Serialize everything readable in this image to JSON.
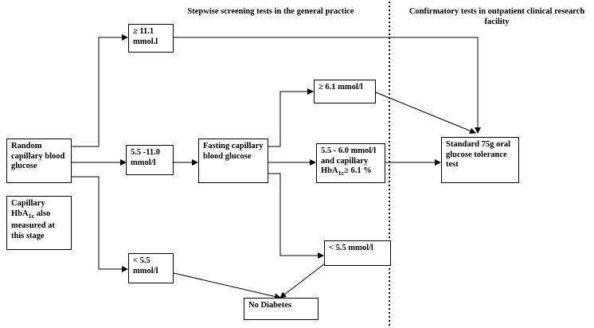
{
  "headers": {
    "left": "Stepwise screening tests in the general practice",
    "right": "Confirmatory tests in outpatient clinical research facility"
  },
  "boxes": {
    "random": "Random capillary blood glucose",
    "capillary_note_pre": "Capillary HbA",
    "capillary_note_sub": "1c",
    "capillary_note_post": " also measured at this stage",
    "ge_11_1": "≥ 11.1 mmol.l",
    "range_5_5_11": "5.5 -11.0 mmol/l",
    "lt_5_5_left": "< 5.5 mmol/l",
    "fasting": "Fasting capillary blood glucose",
    "ge_6_1": "≥ 6.1 mmol/l",
    "range_5_5_6_pre": "5.5 - 6.0 mmol/l and capillary HbA",
    "range_5_5_6_sub": "1c",
    "range_5_5_6_post": "≥ 6.1 %",
    "lt_5_5_right": "< 5.5 mmol/l",
    "ogtt": "Standard 75g oral glucose tolerance test",
    "no_diabetes": "No Diabetes"
  }
}
